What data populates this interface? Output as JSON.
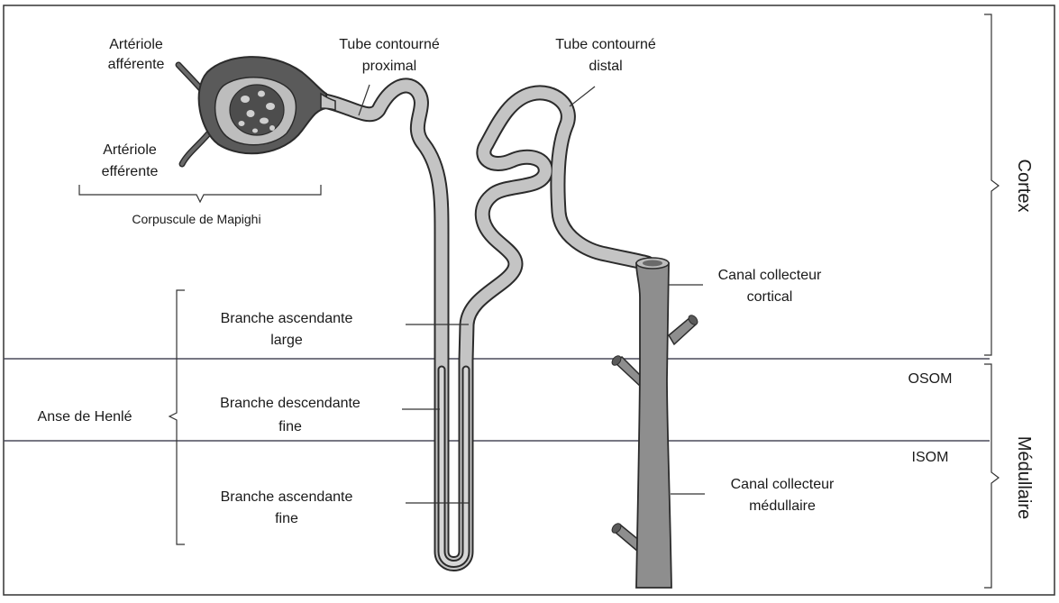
{
  "labels": {
    "arteriole_afferente": [
      "Artériole",
      "afférente"
    ],
    "arteriole_efferente": [
      "Artériole",
      "efférente"
    ],
    "corpuscule": "Corpuscule de Mapighi",
    "tube_proximal": [
      "Tube contourné",
      "proximal"
    ],
    "tube_distal": [
      "Tube contourné",
      "distal"
    ],
    "canal_cortical": [
      "Canal collecteur",
      "cortical"
    ],
    "branche_ascendante_large": [
      "Branche ascendante",
      "large"
    ],
    "branche_descendante_fine": [
      "Branche descendante",
      "fine"
    ],
    "branche_ascendante_fine": [
      "Branche ascendante",
      "fine"
    ],
    "anse_henle": "Anse de Henlé",
    "canal_medullaire": [
      "Canal collecteur",
      "médullaire"
    ],
    "osom": "OSOM",
    "isom": "ISOM",
    "cortex": "Cortex",
    "medullaire": "Médullaire"
  },
  "colors": {
    "tubule_fill": "#c4c4c4",
    "tubule_stroke": "#2b2b2b",
    "corpuscle_dark": "#5a5a5a",
    "duct_fill": "#8e8e8e",
    "line": "#333333"
  }
}
